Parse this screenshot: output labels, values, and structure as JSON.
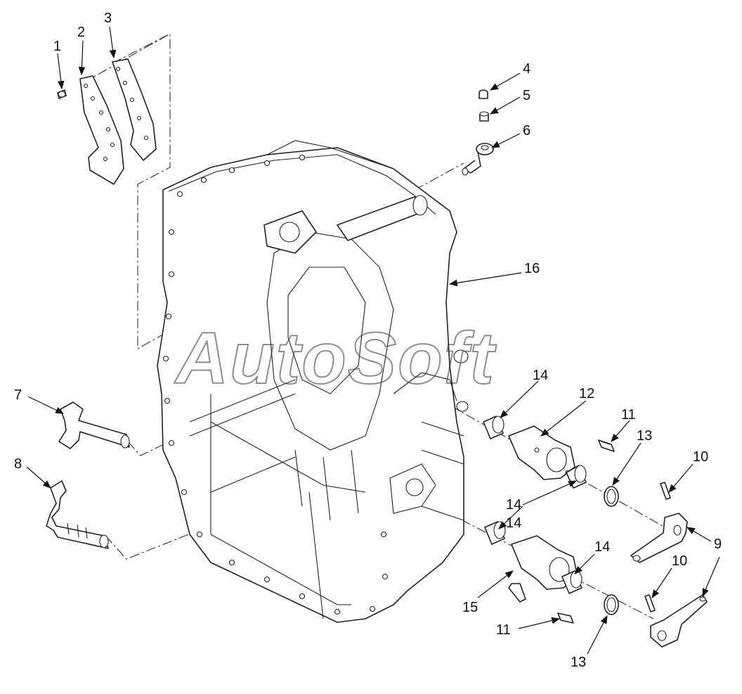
{
  "watermark": "AutoSoft",
  "callouts": {
    "c1": "1",
    "c2": "2",
    "c3": "3",
    "c4": "4",
    "c5": "5",
    "c6": "6",
    "c7": "7",
    "c8": "8",
    "c9": "9",
    "c10a": "10",
    "c10b": "10",
    "c11a": "11",
    "c11b": "11",
    "c12": "12",
    "c13a": "13",
    "c13b": "13",
    "c14a": "14",
    "c14b": "14",
    "c14c": "14",
    "c14d": "14",
    "c15": "15",
    "c16": "16"
  }
}
